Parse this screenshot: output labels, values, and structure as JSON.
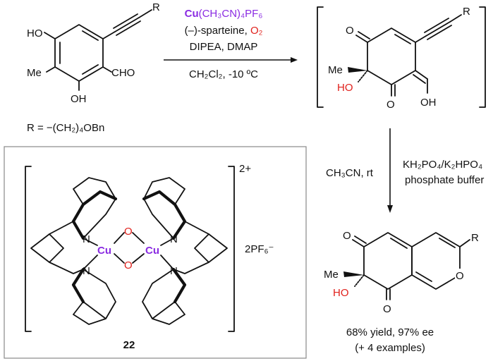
{
  "reactant": {
    "ho_top": "HO",
    "me": "Me",
    "oh_bottom": "OH",
    "cho": "CHO",
    "r": "R",
    "r_definition": "R = −(CH₂)₄OBn"
  },
  "step1": {
    "catalyst_cu": "Cu",
    "catalyst_rest": "(CH₃CN)₄PF₆",
    "line2_a": "(–)-sparteine, ",
    "line2_o2": "O₂",
    "line3": "DIPEA, DMAP",
    "line4": "CH₂Cl₂, -10 ºC"
  },
  "intermediate": {
    "o_top": "O",
    "o_bottom": "O",
    "me": "Me",
    "ho": "HO",
    "oh": "OH",
    "r": "R"
  },
  "step2": {
    "left": "CH₃CN, rt",
    "right_line1": "KH₂PO₄/K₂HPO₄",
    "right_line2": "phosphate buffer"
  },
  "product": {
    "o_top": "O",
    "o_bottom": "O",
    "o_ring": "O",
    "me": "Me",
    "ho": "HO",
    "r": "R",
    "yield": "68% yield, 97% ee",
    "examples": "(+ 4 examples)"
  },
  "complex": {
    "charge": "2+",
    "counterion": "2PF₆⁻",
    "cu_left": "Cu",
    "cu_right": "Cu",
    "o_top": "O",
    "o_bottom": "O",
    "n1": "N",
    "n2": "N",
    "n3": "N",
    "n4": "N",
    "label": "22"
  },
  "colors": {
    "copper": "#8a2be2",
    "oxygen_red": "#e0201b",
    "ink": "#111111"
  }
}
